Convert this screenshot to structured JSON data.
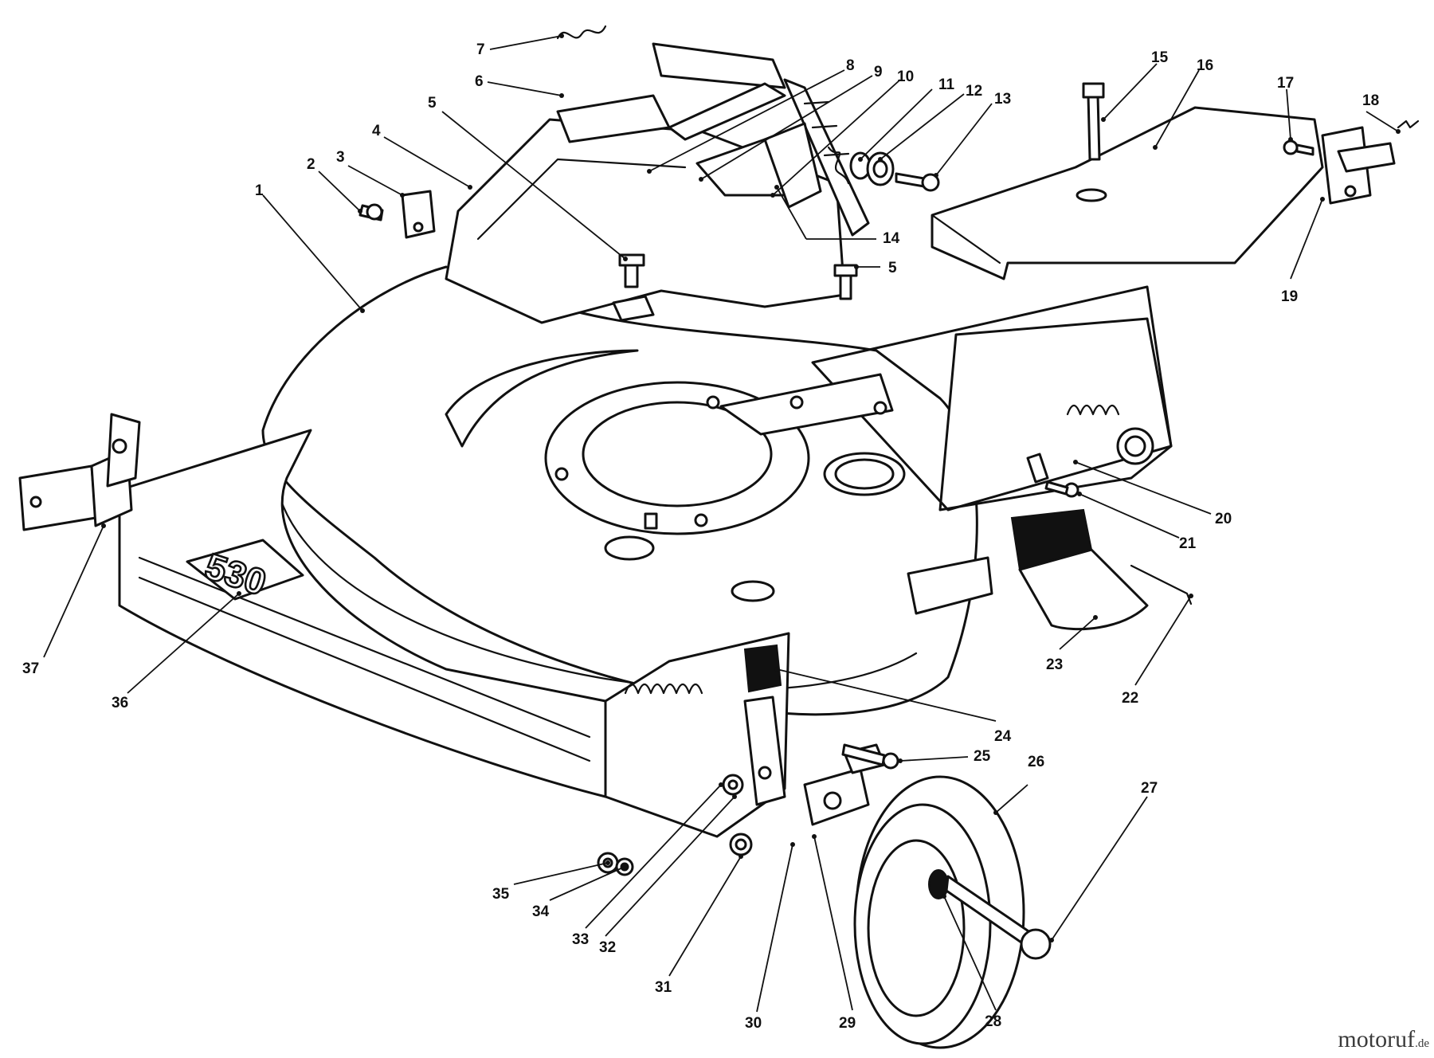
{
  "watermark": {
    "brand": "motoruf",
    "suffix": ".de"
  },
  "deck_decal": "530",
  "callouts": [
    "1",
    "2",
    "3",
    "4",
    "5",
    "6",
    "7",
    "8",
    "9",
    "10",
    "11",
    "12",
    "13",
    "14",
    "15",
    "16",
    "17",
    "18",
    "19",
    "20",
    "21",
    "22",
    "23",
    "24",
    "25",
    "26",
    "27",
    "28",
    "29",
    "30",
    "31",
    "32",
    "33",
    "34",
    "35",
    "36",
    "37"
  ],
  "callout_5b": "5"
}
